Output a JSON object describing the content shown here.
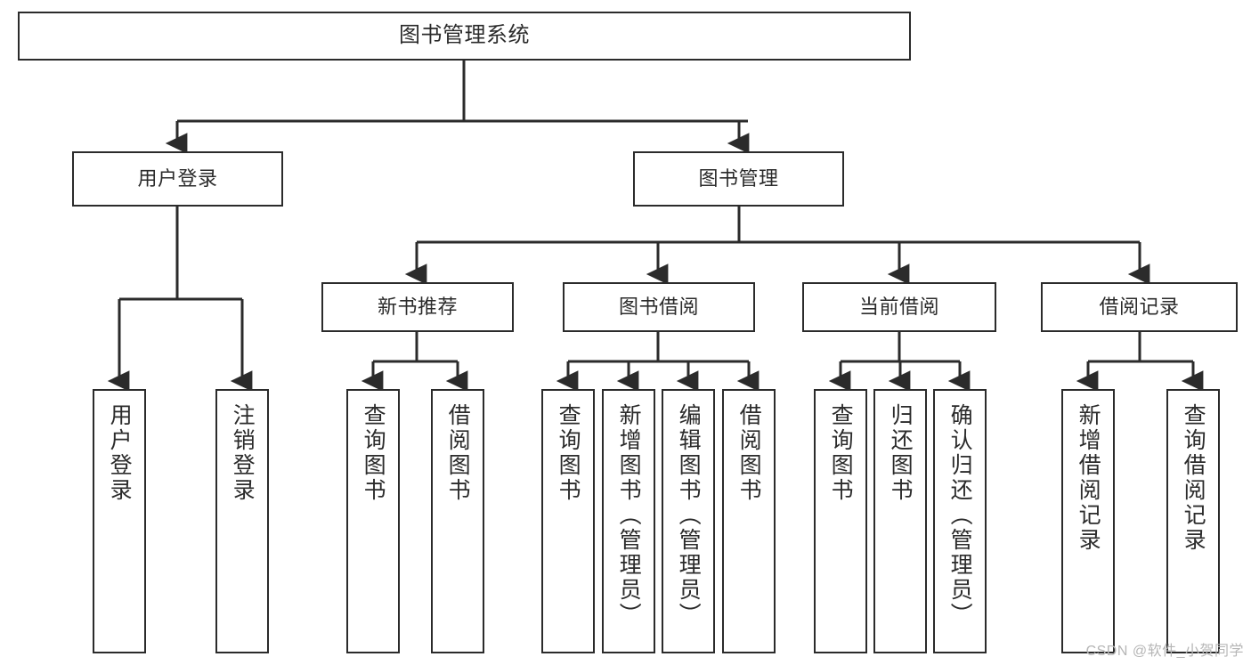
{
  "diagram": {
    "title": "图书管理系统",
    "watermark": "CSDN @软件_小贺同学",
    "colors": {
      "stroke": "#2b2b2b",
      "fill": "#ffffff",
      "text": "#2b2b2b",
      "watermark": "#b6b6b6"
    },
    "nodes": {
      "root": {
        "label": "图书管理系统"
      },
      "level2": [
        {
          "label": "用户登录"
        },
        {
          "label": "图书管理"
        }
      ],
      "level3": [
        {
          "label": "新书推荐"
        },
        {
          "label": "图书借阅"
        },
        {
          "label": "当前借阅"
        },
        {
          "label": "借阅记录"
        }
      ],
      "leaves": {
        "user_login": [
          {
            "label": "用户登录"
          },
          {
            "label": "注销登录"
          }
        ],
        "new_book": [
          {
            "label": "查询图书"
          },
          {
            "label": "借阅图书"
          }
        ],
        "book_borrow": [
          {
            "label": "查询图书"
          },
          {
            "label": "新增图书（管理员）"
          },
          {
            "label": "编辑图书（管理员）"
          },
          {
            "label": "借阅图书"
          }
        ],
        "current_borrow": [
          {
            "label": "查询图书"
          },
          {
            "label": "归还图书"
          },
          {
            "label": "确认归还（管理员）"
          }
        ],
        "borrow_record": [
          {
            "label": "新增借阅记录"
          },
          {
            "label": "查询借阅记录"
          }
        ]
      }
    }
  }
}
